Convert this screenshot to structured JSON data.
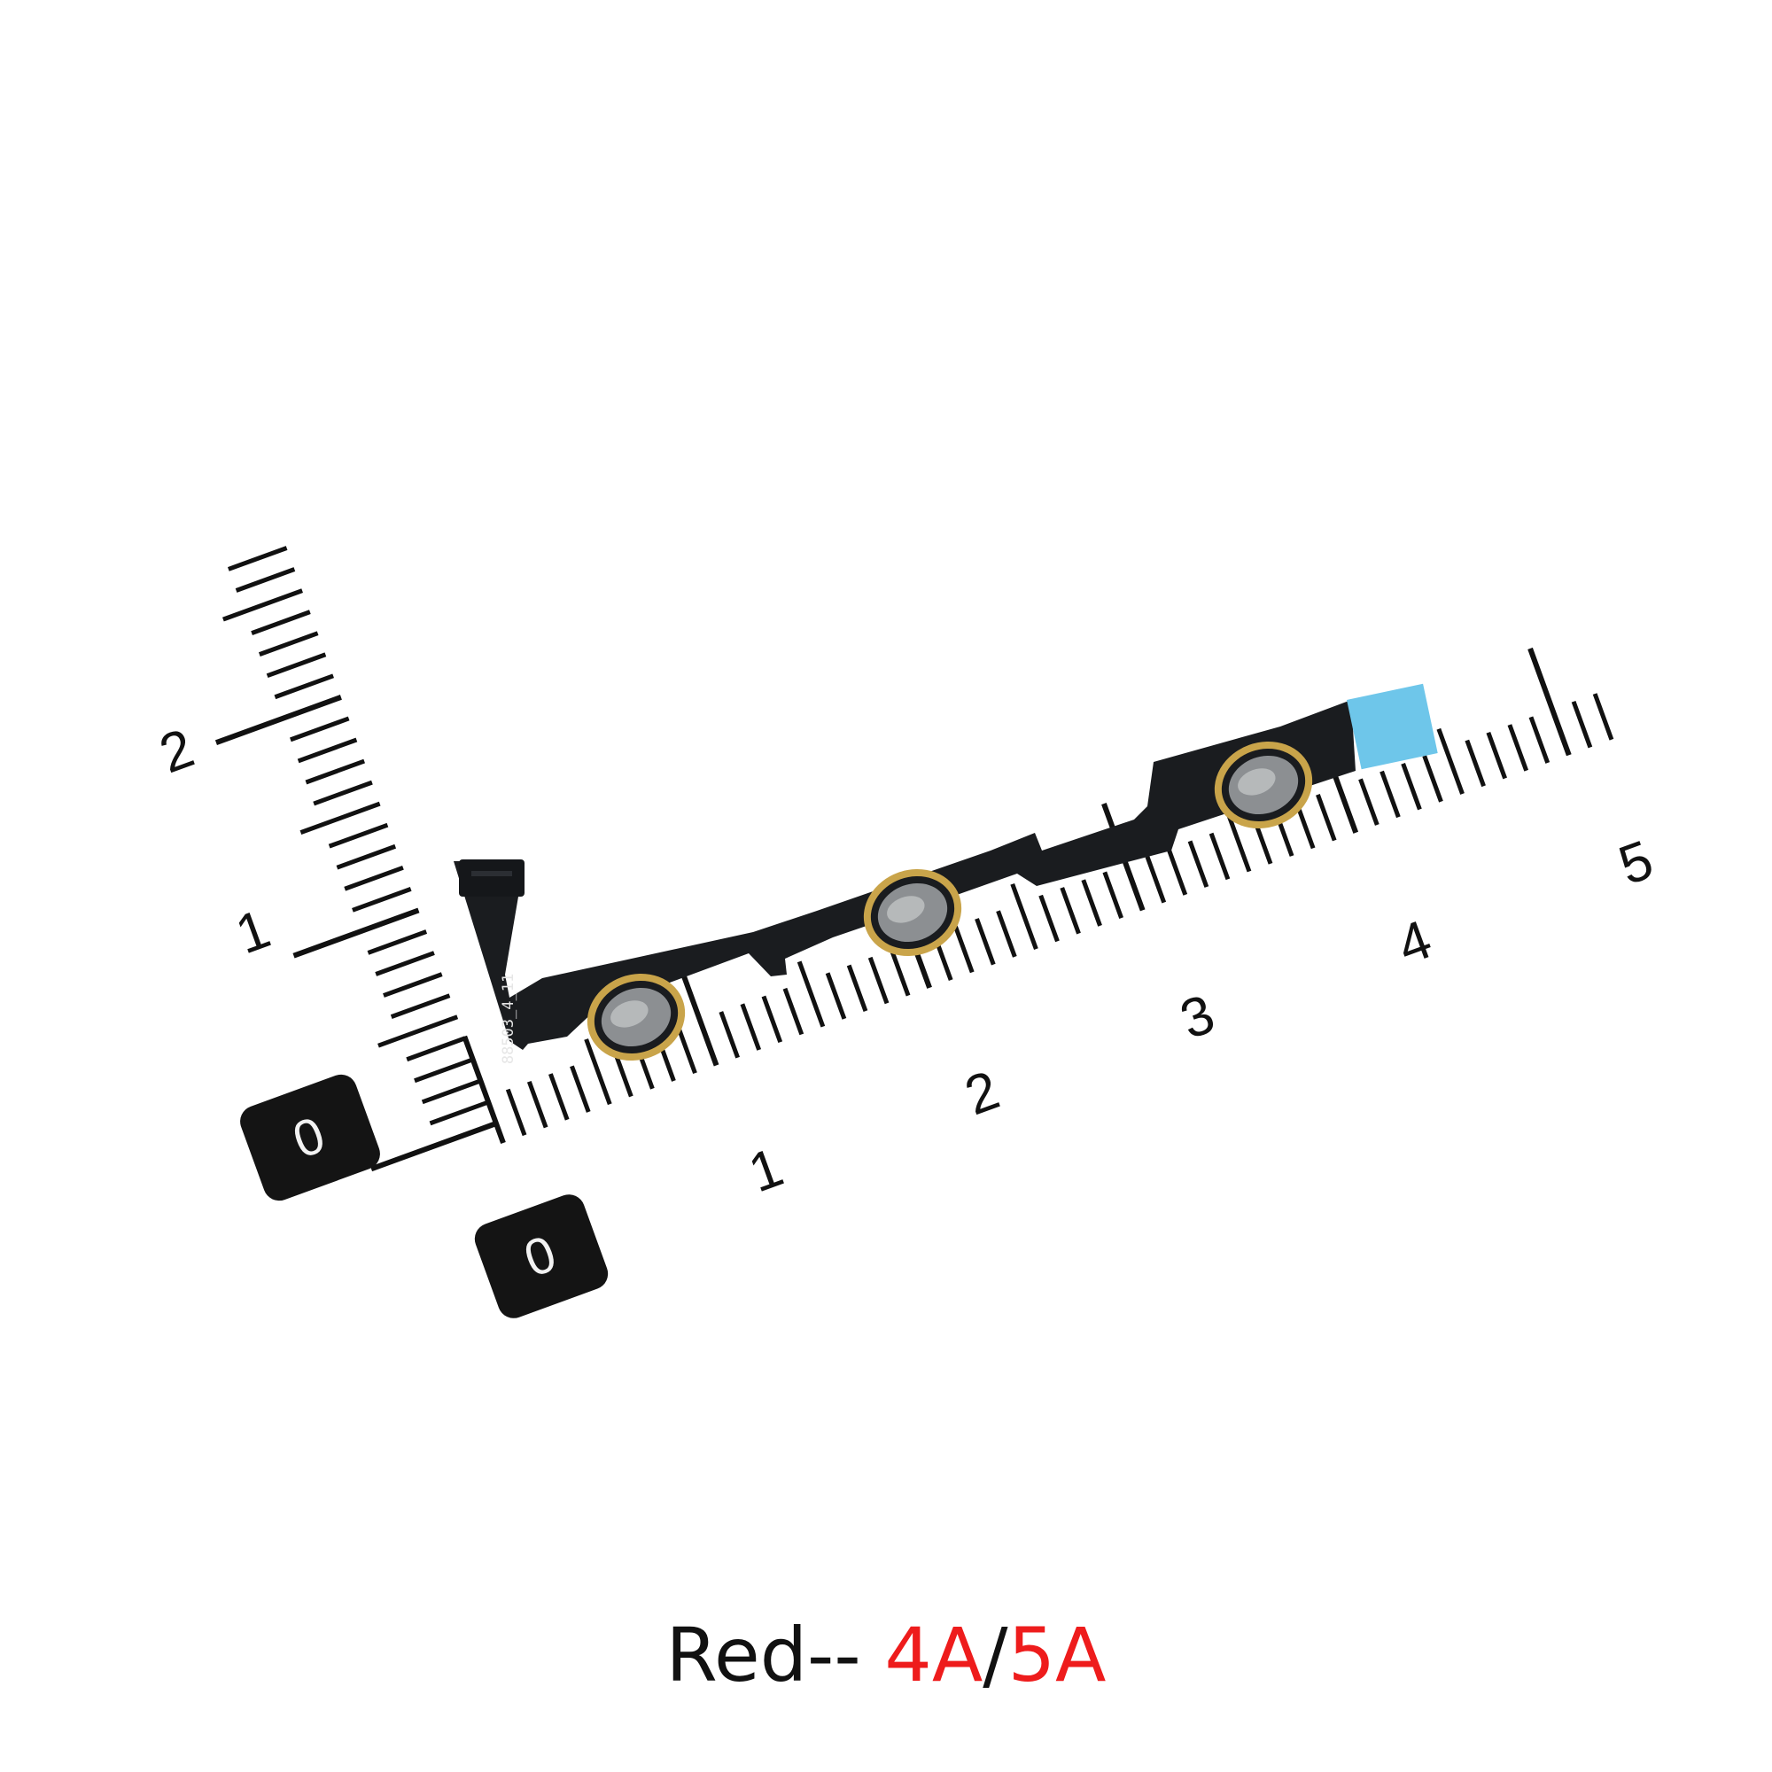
{
  "caption": {
    "prefix": "Red-- ",
    "model_a": "4A",
    "separator": "/",
    "model_b": "5A"
  },
  "ruler": {
    "horizontal_labels": [
      "0",
      "1",
      "2",
      "3",
      "4",
      "5"
    ],
    "vertical_labels": [
      "0",
      "1",
      "2"
    ]
  },
  "cable": {
    "part_number": "88503_4_11",
    "button_count": 3
  },
  "colors": {
    "cable": "#1a1c1f",
    "gold_ring": "#c9a44a",
    "blue_tab": "#6ec6ea",
    "caption_red": "#ee1c1c"
  }
}
